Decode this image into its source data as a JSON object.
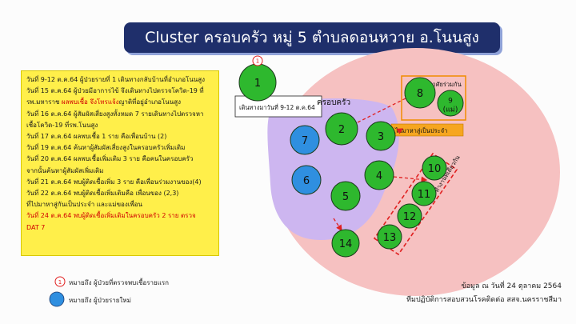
{
  "title": "Cluster ครอบครัว หมู่ 5 ตำบลดอนหวาย อ.โนนสูง",
  "timeline": [
    {
      "text": "วันที่ 9-12 ต.ค.64 ผู้ป่วยรายที่ 1 เดินทางกลับบ้านที่อำเภอโนนสูง"
    },
    {
      "text": "วันที่ 15 ต.ค.64 ผู้ป่วยมีอาการไข้ จึงเดินทางไปตรวจโควิด-19 ที่"
    },
    {
      "prefix": "รพ.มหาราช ",
      "red": "ผลพบเชื้อ จึงโทรแจ้ง",
      "suffix": "ญาติที่อยู่อำเภอโนนสูง"
    },
    {
      "text": "วันที่ 16 ต.ค.64 ผู้สัมผัสเสี่ยงสูงทั้งหมด 7 รายเดินทางไปตรวจหา"
    },
    {
      "text": "เชื้อโควิด-19 ที่รพ.โนนสูง"
    },
    {
      "text": "วันที่ 17 ต.ค.64 ผลพบเชื้อ 1 ราย คือเพื่อนบ้าน (2)"
    },
    {
      "text": "วันที่ 19 ต.ค.64 ค้นหาผู้สัมผัสเสี่ยงสูงในครอบครัวเพิ่มเติม"
    },
    {
      "text": "วันที่ 20 ต.ค.64 ผลพบเชื้อเพิ่มเติม 3 ราย คือคนในครอบครัว"
    },
    {
      "text": "จากนั้นค้นหาผู้สัมผัสเพิ่มเติม"
    },
    {
      "text": "วันที่ 21 ต.ค.64 พบผู้ติดเชื้อเพิ่ม 3 ราย คือเพื่อนร่วมงานของ(4)"
    },
    {
      "text": "วันที่ 22 ต.ค.64 พบผู้ติดเชื้อเพิ่มเติมคือ เพื่อนของ (2,3)"
    },
    {
      "text": "ที่ไปมาหาสู่กันเป็นประจำ และแม่ของเพื่อน"
    },
    {
      "text": "วันที่ 24 ต.ค.64 พบผู้ติดเชื้อเพิ่มเติมในครอบครัว 2 ราย ตรวจ",
      "emphasis": true
    },
    {
      "text": "DAT 7",
      "emphasis": true
    }
  ],
  "diagram": {
    "outer_color": "#f6c1c1",
    "family_color": "#cdb6f0",
    "green_color": "#2eb82e",
    "blue_color": "#2f8fe0",
    "index_marker": "1",
    "travel_label": "เดินทางมาวันที่ 9-12 ต.ค.64",
    "family_label": "ครอบครัว",
    "coresident_label": "อาศัยร่วมกัน",
    "frequent_visit_label": "ไปมาหาสู่เป็นประจำ",
    "coworkers_label": "ทำงานที่เดียวกัน",
    "nodes": [
      {
        "label": "1",
        "type": "index"
      },
      {
        "label": "2",
        "type": "green"
      },
      {
        "label": "3",
        "type": "green"
      },
      {
        "label": "4",
        "type": "green"
      },
      {
        "label": "5",
        "type": "green"
      },
      {
        "label": "6",
        "type": "blue"
      },
      {
        "label": "7",
        "type": "blue"
      },
      {
        "label": "8",
        "type": "green"
      },
      {
        "label": "9\n(แม่)",
        "type": "green"
      },
      {
        "label": "10",
        "type": "green"
      },
      {
        "label": "11",
        "type": "green"
      },
      {
        "label": "12",
        "type": "green"
      },
      {
        "label": "13",
        "type": "green"
      },
      {
        "label": "14",
        "type": "green"
      }
    ]
  },
  "legend": {
    "marker": "1",
    "first_case": "หมายถึง ผู้ป่วยที่ตรวจพบเชื้อรายแรก",
    "new_case": "หมายถึง ผู้ป่วยรายใหม่"
  },
  "footer": {
    "date_line": "ข้อมูล ณ วันที่ 24 ตุลาคม 2564",
    "org_line": "ทีมปฏิบัติการสอบสวนโรคติดต่อ สสจ.นครราชสีมา"
  }
}
